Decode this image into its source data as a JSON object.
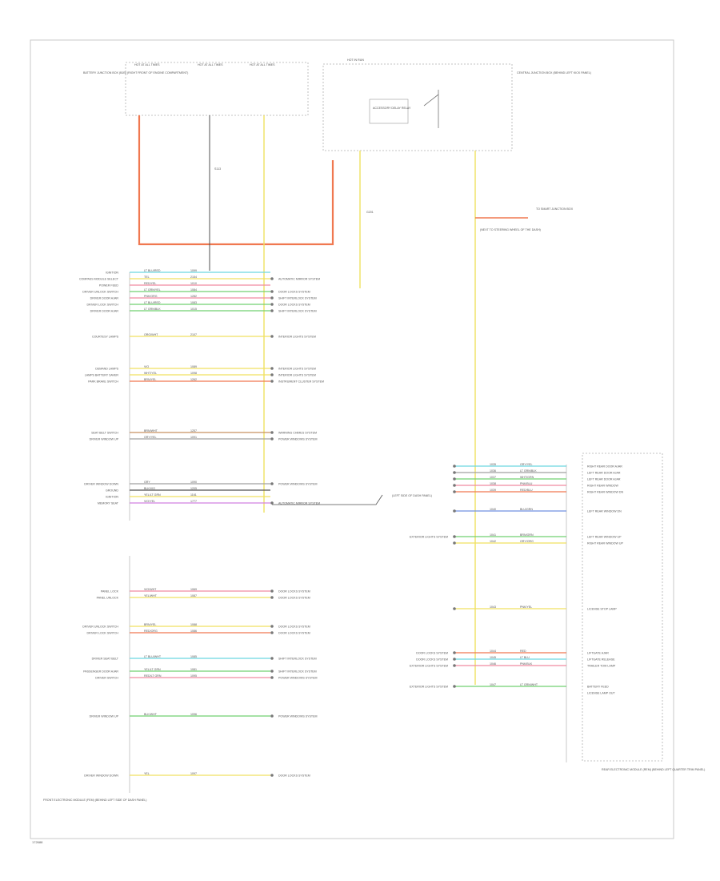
{
  "top_left_labels": [
    "BATTERY JUNCTION BOX (BJB) (RIGHT FRONT OF ENGINE COMPARTMENT)",
    "HOT AT ALL TIMES",
    "HOT AT ALL TIMES",
    "HOT AT ALL TIMES"
  ],
  "cjb_title": "HOT IN RUN",
  "cjb_label": "CENTRAL JUNCTION BOX (BEHIND LEFT KICK PANEL)",
  "relay_label": "ACCESSORY DELAY RELAY",
  "splice_label": "S113",
  "ground_label": "G201",
  "to_smart_label": "TO SMART JUNCTION BOX",
  "smart_note": "(NEXT TO STEERING WHEEL OF THE DASH)",
  "ground_note": "(LEFT SIDE OF DASH PANEL)",
  "left_connector_name": "FRONT ELECTRONIC MODULE (FEM) (BEHIND LEFT SIDE OF DASH PANEL)",
  "right_connector_name": "REAR ELECTRONIC MODULE (REM) (BEHIND LEFT QUARTER TRIM PANEL)",
  "diagram_id": "172688",
  "left_rows": [
    {
      "label": "IGNITION",
      "wire": "LT BLU/RED",
      "circuit": "1099",
      "dest": ""
    },
    {
      "label": "COMPASS MODULE SELECT",
      "wire": "TEL",
      "circuit": "2154",
      "dest": "AUTOMATIC MIRROR SYSTEM"
    },
    {
      "label": "POWER FEED",
      "wire": "RED/YEL",
      "circuit": "1010",
      "dest": ""
    },
    {
      "label": "DRIVER UNLOCK SWITCH",
      "wire": "LT GRN/YEL",
      "circuit": "1084",
      "dest": "DOOR LOCKS SYSTEM"
    },
    {
      "label": "DRIVER DOOR AJAR",
      "wire": "PNK/ORG",
      "circuit": "1282",
      "dest": "SHIFT INTERLOCK SYSTEM"
    },
    {
      "label": "DRIVER LOCK SWITCH",
      "wire": "LT BLU/RED",
      "circuit": "1083",
      "dest": "DOOR LOCKS SYSTEM"
    },
    {
      "label": "DRIVER DOOR AJAR",
      "wire": "LT GRN/BLK",
      "circuit": "1015",
      "dest": "SHIFT INTERLOCK SYSTEM"
    },
    {
      "label": "COURTESY LAMPS",
      "wire": "ORG/WHT",
      "circuit": "2107",
      "dest": "INTERIOR LIGHTS SYSTEM"
    },
    {
      "label": "DEMAND LAMPS",
      "wire": "VIO",
      "circuit": "1089",
      "dest": "INTERIOR LIGHTS SYSTEM"
    },
    {
      "label": "LAMPS BATTERY SAVER",
      "wire": "WHT/YEL",
      "circuit": "1098",
      "dest": "INTERIOR LIGHTS SYSTEM"
    },
    {
      "label": "PARK BRAKE SWITCH",
      "wire": "BRN/YEL",
      "circuit": "1262",
      "dest": "INSTRUMENT CLUSTER SYSTEM"
    },
    {
      "label": "SEAT BELT SWITCH",
      "wire": "BRN/WHT",
      "circuit": "1257",
      "dest": "WARNING CHIMES SYSTEM"
    },
    {
      "label": "DRIVER WINDOW UP",
      "wire": "GRY/YEL",
      "circuit": "1091",
      "dest": "POWER WINDOWS SYSTEM"
    },
    {
      "label": "DRIVER WINDOW DOWN",
      "wire": "GRY",
      "circuit": "1090",
      "dest": "POWER WINDOWS SYSTEM"
    },
    {
      "label": "GROUND",
      "wire": "BLK/VIO",
      "circuit": "1205",
      "dest": ""
    },
    {
      "label": "IGNITION",
      "wire": "YEL/LT GRN",
      "circuit": "1161",
      "dest": ""
    },
    {
      "label": "MEMORY SEAT",
      "wire": "VIO/YEL",
      "circuit": "1777",
      "dest": "AUTOMATIC MIRROR SYSTEM"
    },
    {
      "label": "PANEL LOCK",
      "wire": "VIO/WHT",
      "circuit": "1069",
      "dest": "DOOR LOCKS SYSTEM"
    },
    {
      "label": "PANEL UNLOCK",
      "wire": "YEL/WHT",
      "circuit": "1087",
      "dest": "DOOR LOCKS SYSTEM"
    },
    {
      "label": "DRIVER UNLOCK SWITCH",
      "wire": "BRN/YEL",
      "circuit": "1088",
      "dest": "DOOR LOCKS SYSTEM"
    },
    {
      "label": "DRIVER LOCK SWITCH",
      "wire": "RED/ORG",
      "circuit": "1086",
      "dest": "DOOR LOCKS SYSTEM"
    },
    {
      "label": "DRIVER SEAT BELT",
      "wire": "LT BLU/WHT",
      "circuit": "1085",
      "dest": "SHIFT INTERLOCK SYSTEM"
    },
    {
      "label": "PASSENGER DOOR AJAR",
      "wire": "YEL/LT GRN",
      "circuit": "1081",
      "dest": "SHIFT INTERLOCK SYSTEM"
    },
    {
      "label": "DRIVER SWITCH",
      "wire": "RED/LT GRN",
      "circuit": "1095",
      "dest": "POWER WINDOWS SYSTEM"
    },
    {
      "label": "DRIVER WINDOW UP",
      "wire": "BLK/WHT",
      "circuit": "1096",
      "dest": "POWER WINDOWS SYSTEM"
    },
    {
      "label": "DRIVER WINDOW DOWN",
      "wire": "YEL",
      "circuit": "1097",
      "dest": "DOOR LOCKS SYSTEM"
    }
  ],
  "right_rows": [
    {
      "label": "RIGHT REAR DOOR AJAR",
      "wire": "GRY/YEL",
      "circuit": "1035",
      "dest": ""
    },
    {
      "label": "LEFT REAR DOOR AJAR",
      "wire": "LT GRN/BLK",
      "circuit": "1036",
      "dest": ""
    },
    {
      "label": "LEFT REAR DOOR AJAR",
      "wire": "WHT/GRN",
      "circuit": "1037",
      "dest": ""
    },
    {
      "label": "RIGHT REAR WINDOW",
      "wire": "PNK/BLU",
      "circuit": "1038",
      "dest": ""
    },
    {
      "label": "RIGHT REAR WINDOW DN",
      "wire": "RED/BLU",
      "circuit": "1039",
      "dest": ""
    },
    {
      "label": "LEFT REAR WINDOW DN",
      "wire": "BLU/GRN",
      "circuit": "1040",
      "dest": ""
    },
    {
      "label": "LEFT REAR WINDOW UP",
      "wire": "BRN/GRN",
      "circuit": "1041",
      "dest": "EXTERIOR LIGHTS SYSTEM"
    },
    {
      "label": "RIGHT REAR WINDOW UP",
      "wire": "GRY/ORG",
      "circuit": "1042",
      "dest": ""
    },
    {
      "label": "LICENSE STOP LAMP",
      "wire": "PNK/YEL",
      "circuit": "1043",
      "dest": ""
    },
    {
      "label": "LIFTGATE AJAR",
      "wire": "RED",
      "circuit": "1044",
      "dest": "DOOR LOCKS SYSTEM"
    },
    {
      "label": "LIFTGATE RELEASE",
      "wire": "LT BLU",
      "circuit": "1045",
      "dest": "DOOR LOCKS SYSTEM"
    },
    {
      "label": "TRAILER TOW LAMP",
      "wire": "PNK/BLK",
      "circuit": "1046",
      "dest": "EXTERIOR LIGHTS SYSTEM"
    },
    {
      "label": "BATTERY FEED",
      "wire": "LT GRN/WHT",
      "circuit": "1047",
      "dest": "EXTERIOR LIGHTS SYSTEM"
    },
    {
      "label": "LICENSE LAMP OUT",
      "wire": "",
      "circuit": "",
      "dest": ""
    }
  ],
  "wire_colors": {
    "red_orange": "#f07850",
    "yellow": "#f0e060",
    "cyan": "#6cd8e0",
    "green": "#70d070",
    "pink": "#f08aa0",
    "violet": "#d080e0",
    "brown": "#c89060",
    "gray": "#a0a0a0",
    "blue": "#7090e0",
    "dark": "#505050"
  }
}
